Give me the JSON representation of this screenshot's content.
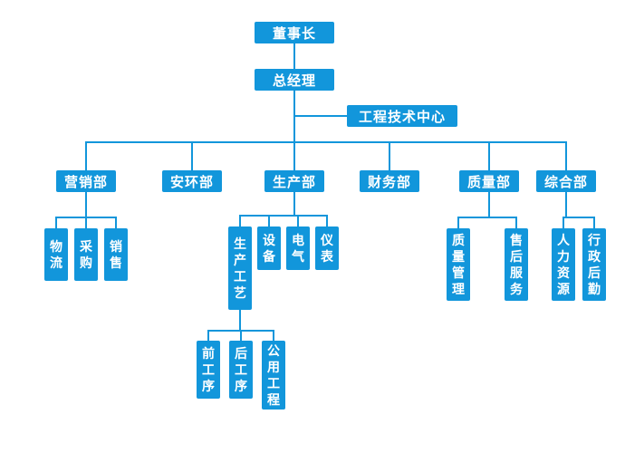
{
  "colors": {
    "accent": "#1296db",
    "text_on_accent": "#ffffff",
    "connector": "#1296db",
    "background": "#ffffff"
  },
  "nodes": {
    "chairman": {
      "label": "董事长"
    },
    "general_manager": {
      "label": "总经理"
    },
    "engineering_center": {
      "label": "工程技术中心"
    },
    "marketing": {
      "label": "营销部"
    },
    "safety_environment": {
      "label": "安环部"
    },
    "production": {
      "label": "生产部"
    },
    "finance": {
      "label": "财务部"
    },
    "quality": {
      "label": "质量部"
    },
    "general_affairs": {
      "label": "综合部"
    },
    "logistics": {
      "label": "物流"
    },
    "procurement": {
      "label": "采购"
    },
    "sales": {
      "label": "销售"
    },
    "production_process": {
      "label": "生产工艺"
    },
    "equipment": {
      "label": "设备"
    },
    "electrical": {
      "label": "电气"
    },
    "instrumentation": {
      "label": "仪表"
    },
    "front_process": {
      "label": "前工序"
    },
    "rear_process": {
      "label": "后工序"
    },
    "utility_engineering": {
      "label": "公用工程"
    },
    "quality_management": {
      "label": "质量管理"
    },
    "after_sales_service": {
      "label": "售后服务"
    },
    "human_resources": {
      "label": "人力资源"
    },
    "admin_logistics": {
      "label": "行政后勤"
    }
  }
}
